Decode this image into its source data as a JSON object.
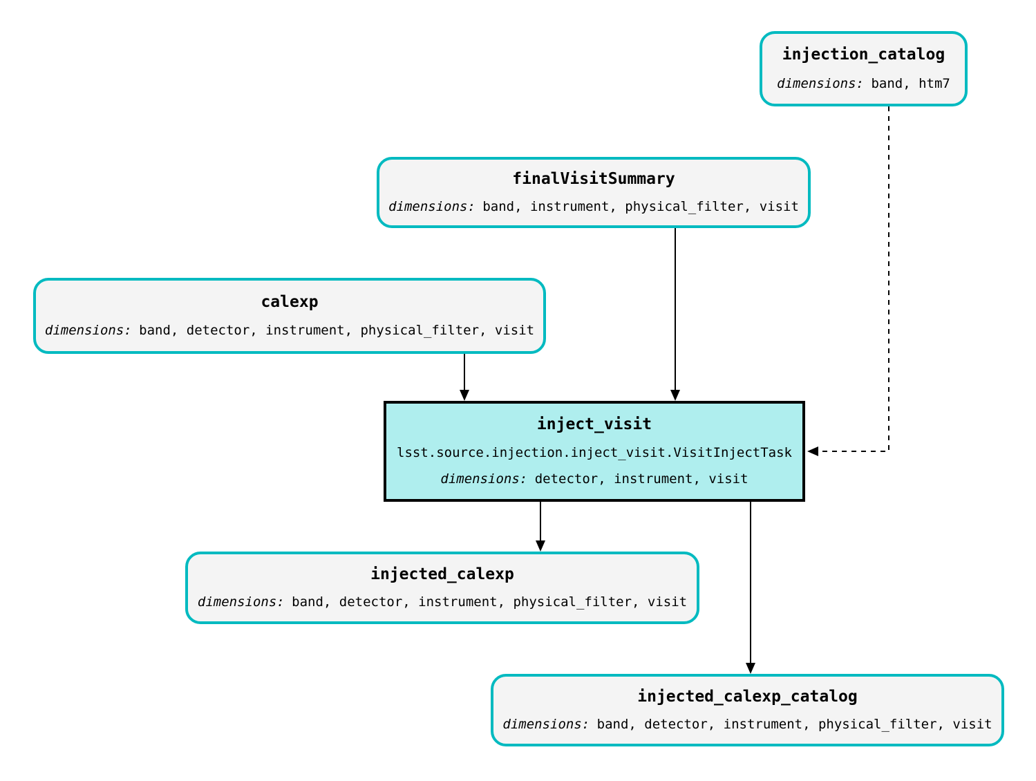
{
  "nodes": {
    "injection_catalog": {
      "title": "injection_catalog",
      "dimensions_label": "dimensions:",
      "dimensions": "band, htm7"
    },
    "finalVisitSummary": {
      "title": "finalVisitSummary",
      "dimensions_label": "dimensions:",
      "dimensions": "band, instrument, physical_filter, visit"
    },
    "calexp": {
      "title": "calexp",
      "dimensions_label": "dimensions:",
      "dimensions": "band, detector, instrument, physical_filter, visit"
    },
    "inject_visit": {
      "title": "inject_visit",
      "task_class": "lsst.source.injection.inject_visit.VisitInjectTask",
      "dimensions_label": "dimensions:",
      "dimensions": "detector, instrument, visit"
    },
    "injected_calexp": {
      "title": "injected_calexp",
      "dimensions_label": "dimensions:",
      "dimensions": "band, detector, instrument, physical_filter, visit"
    },
    "injected_calexp_catalog": {
      "title": "injected_calexp_catalog",
      "dimensions_label": "dimensions:",
      "dimensions": "band, detector, instrument, physical_filter, visit"
    }
  },
  "colors": {
    "dataset_border": "#00bac0",
    "dataset_fill": "#f4f4f4",
    "task_fill": "#afeeee",
    "task_border": "#000000",
    "edge": "#000000",
    "background": "#ffffff"
  }
}
